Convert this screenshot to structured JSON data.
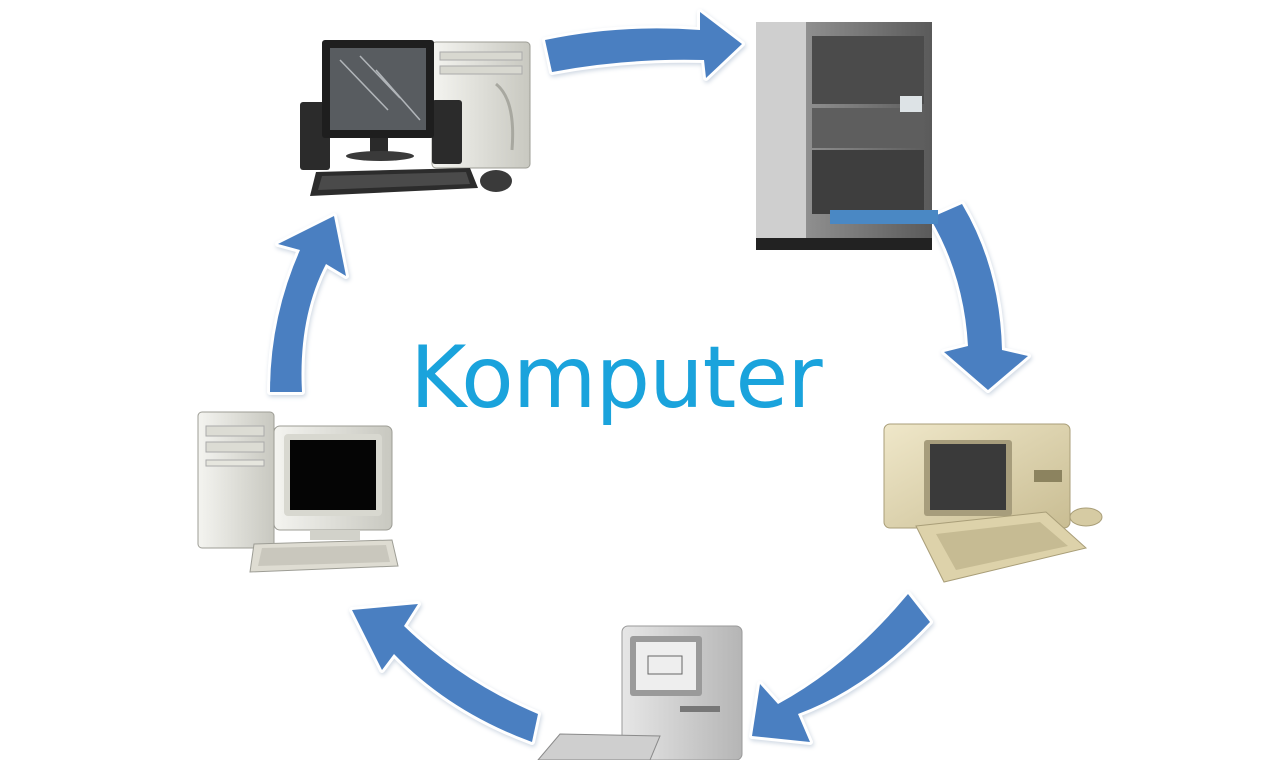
{
  "diagram": {
    "title": "Komputer",
    "colors": {
      "title": "#1aa3dc",
      "arrow_fill": "#4a7fc1",
      "arrow_outline": "#ffffff",
      "arrow_shadow": "#cfd8e3"
    },
    "nodes": [
      {
        "id": "modern-desktop",
        "icon": "desktop-pc-with-speakers-icon"
      },
      {
        "id": "mainframe",
        "icon": "mainframe-cabinet-icon"
      },
      {
        "id": "early-workstation",
        "icon": "beige-workstation-icon"
      },
      {
        "id": "compact-mac",
        "icon": "compact-all-in-one-icon"
      },
      {
        "id": "tower-crt",
        "icon": "tower-crt-pc-icon"
      }
    ],
    "cycle": [
      "modern-desktop",
      "mainframe",
      "early-workstation",
      "compact-mac",
      "tower-crt",
      "modern-desktop"
    ]
  }
}
